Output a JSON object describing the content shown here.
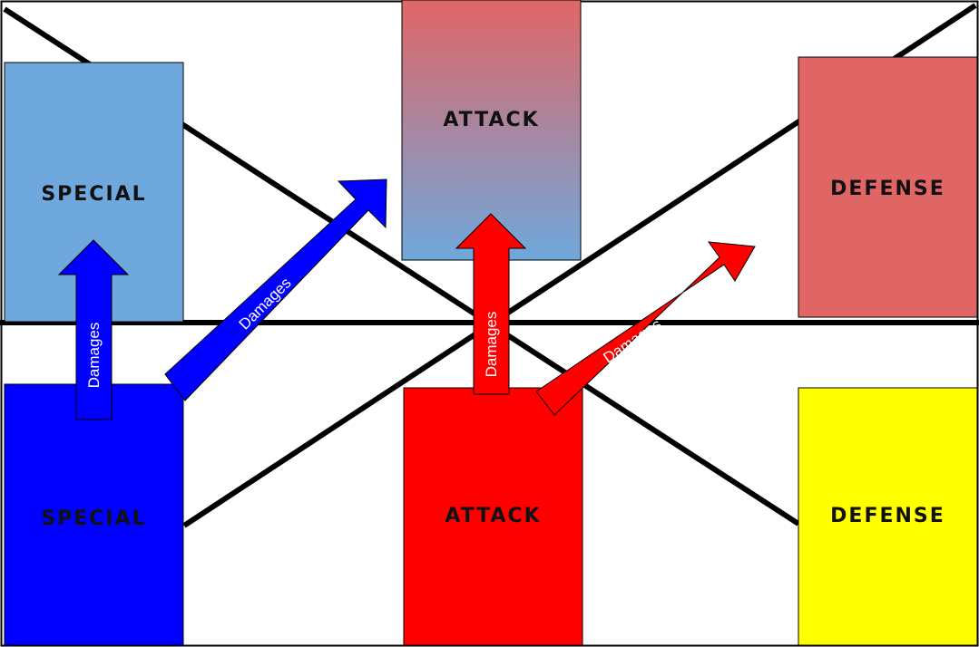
{
  "cards": {
    "top_special": {
      "label": "SPECIAL",
      "fill": "#6fa8dc"
    },
    "top_attack": {
      "label": "ATTACK",
      "fill_top": "#e06666",
      "fill_bottom": "#6fa8dc"
    },
    "top_defense": {
      "label": "DEFENSE",
      "fill": "#e06666"
    },
    "bottom_special": {
      "label": "SPECIAL",
      "fill": "#0000ff"
    },
    "bottom_attack": {
      "label": "ATTACK",
      "fill": "#ff0000"
    },
    "bottom_defense": {
      "label": "DEFENSE",
      "fill": "#ffff00"
    }
  },
  "arrows": {
    "special_to_special": {
      "label": "Damages",
      "fill": "#0000ff"
    },
    "special_to_attack": {
      "label": "Damages",
      "fill": "#0000ff"
    },
    "attack_to_attack": {
      "label": "Damages",
      "fill": "#ff0000"
    },
    "attack_to_defense": {
      "label": "Damages",
      "fill": "#ff0000"
    }
  }
}
